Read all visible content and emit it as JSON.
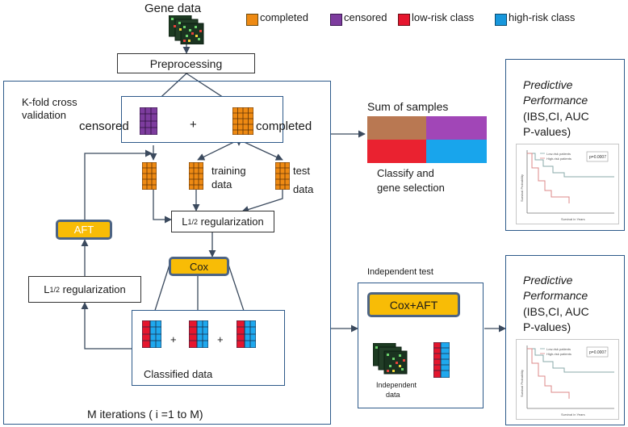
{
  "labels": {
    "gene_data": "Gene data",
    "preprocessing": "Preprocessing",
    "kfold_1": "K-fold cross",
    "kfold_2": "validation",
    "censored": "censored",
    "plus": "+",
    "completed": "completed",
    "training_1": "training",
    "training_2": "data",
    "test_1": "test",
    "test_2": "data",
    "l_letter": "L",
    "l_sub": "1/2",
    "regularization": " regularization",
    "aft": "AFT",
    "cox": "Cox",
    "classified": "Classified data",
    "iterations": "M iterations ( i =1 to M)",
    "sum_samples": "Sum of samples",
    "classify_1": "Classify and",
    "classify_2": "gene selection",
    "independent_test": "Independent test",
    "cox_aft": "Cox+AFT",
    "independent_data_1": "Independent",
    "independent_data_2": "data",
    "predictive_1": "Predictive",
    "predictive_2": "Performance",
    "metrics_1": "(IBS,CI, AUC",
    "metrics_2": "P-values)",
    "plot_p_value": "p=0.0007",
    "plot_legend_1": "Low-risk patients",
    "plot_legend_2": "High-risk patients",
    "plot_ylabel": "Survival Probability",
    "plot_xlabel": "Survival in Years"
  },
  "legend": [
    {
      "label": "completed",
      "color": "#ee8a13"
    },
    {
      "label": "censored",
      "color": "#7d3c9e"
    },
    {
      "label": "low-risk class",
      "color": "#e5162e"
    },
    {
      "label": "high-risk class",
      "color": "#1797dc"
    }
  ],
  "sum_blocks": [
    {
      "color": "#b97852"
    },
    {
      "color": "#a146b7"
    },
    {
      "color": "#ea2230"
    },
    {
      "color": "#18a5ec"
    }
  ],
  "colors": {
    "line": "#5a7596",
    "box_border": "#2e5a8a",
    "pill_fill": "#f8bc06",
    "pill_border": "#4d6484",
    "completed": "#ee8a13",
    "censored": "#7d3c9e",
    "low_risk": "#e5162e",
    "high_risk": "#1797dc"
  }
}
